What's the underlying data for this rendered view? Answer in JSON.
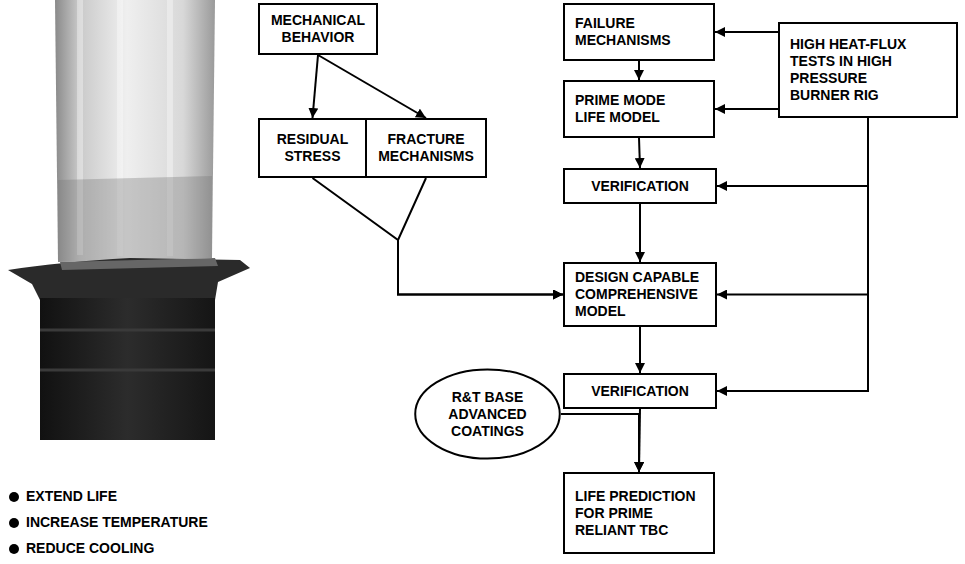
{
  "diagram": {
    "nodes": [
      {
        "text": [
          "MECHANICAL BEHAVIOR"
        ]
      },
      {
        "text": [
          "FAILURE MECHANISMS"
        ]
      },
      {
        "text": [
          "HIGH HEAT-FLUX TESTS IN HIGH PRESSURE BURNER RIG"
        ]
      },
      {
        "text": [
          "RESIDUAL STRESS"
        ]
      },
      {
        "text": [
          "FRACTURE MECHANISMS"
        ]
      },
      {
        "text": [
          "PRIME MODE LIFE MODEL"
        ]
      },
      {
        "text": [
          "VERIFICATION"
        ]
      },
      {
        "text": [
          "DESIGN CAPABLE COMPREHENSIVE MODEL"
        ]
      },
      {
        "text": [
          "VERIFICATION"
        ]
      },
      {
        "text": [
          "R&T BASE ADVANCED COATINGS"
        ]
      },
      {
        "text": [
          "LIFE PREDICTION FOR PRIME RELIANT TBC"
        ]
      }
    ],
    "edges": [
      {
        "from": 0,
        "to": 3,
        "arrow": "to"
      },
      {
        "from": 0,
        "to": 4,
        "arrow": "to"
      },
      {
        "from": 3,
        "to": 7,
        "arrow": "to"
      },
      {
        "from": 4,
        "to": 7,
        "arrow": "to"
      },
      {
        "from": 1,
        "to": 5,
        "arrow": "to"
      },
      {
        "from": 2,
        "to": 1,
        "arrow": "to"
      },
      {
        "from": 2,
        "to": 5,
        "arrow": "to"
      },
      {
        "from": 5,
        "to": 6,
        "arrow": "to"
      },
      {
        "from": 2,
        "to": 6,
        "arrow": "to"
      },
      {
        "from": 6,
        "to": 7,
        "arrow": "to"
      },
      {
        "from": 2,
        "to": 7,
        "arrow": "to"
      },
      {
        "from": 7,
        "to": 8,
        "arrow": "to"
      },
      {
        "from": 2,
        "to": 8,
        "arrow": "to"
      },
      {
        "from": 8,
        "to": 10,
        "arrow": "to"
      },
      {
        "from": 9,
        "to": 10,
        "arrow": "to"
      }
    ],
    "labels": [
      "EXTEND LIFE",
      "INCREASE TEMPERATURE",
      "REDUCE COOLING"
    ]
  }
}
